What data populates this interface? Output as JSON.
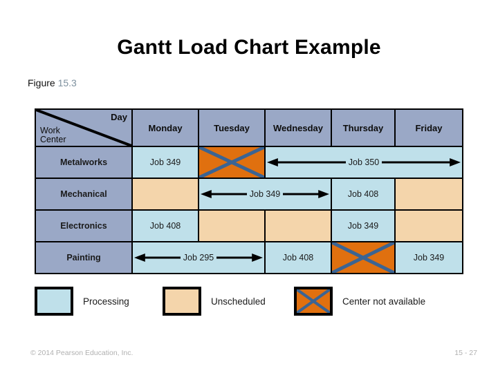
{
  "slide": {
    "title": "Gantt Load Chart Example",
    "figure_label": "Figure",
    "figure_number": "15.3"
  },
  "table": {
    "corner": {
      "row_header": "Work\nCenter",
      "row_header_line1": "Work",
      "row_header_line2": "Center",
      "col_header": "Day"
    },
    "day_columns": [
      "Monday",
      "Tuesday",
      "Wednesday",
      "Thursday",
      "Friday"
    ],
    "work_centers": [
      "Metalworks",
      "Mechanical",
      "Electronics",
      "Painting"
    ],
    "rows": [
      {
        "work_center": "Metalworks",
        "cells": [
          {
            "day": "Monday",
            "state": "processing",
            "label": "Job 349",
            "span": 1,
            "arrows": "none"
          },
          {
            "day": "Tuesday",
            "state": "unavailable",
            "label": "",
            "span": 1,
            "arrows": "none"
          },
          {
            "day": "Wednesday-Friday",
            "state": "processing",
            "label": "Job 350",
            "span": 3,
            "arrows": "both"
          }
        ]
      },
      {
        "work_center": "Mechanical",
        "cells": [
          {
            "day": "Monday",
            "state": "unscheduled",
            "label": "",
            "span": 1,
            "arrows": "none"
          },
          {
            "day": "Tuesday-Wednesday",
            "state": "processing",
            "label": "Job 349",
            "span": 2,
            "arrows": "both"
          },
          {
            "day": "Thursday",
            "state": "processing",
            "label": "Job 408",
            "span": 1,
            "arrows": "none"
          },
          {
            "day": "Friday",
            "state": "unscheduled",
            "label": "",
            "span": 1,
            "arrows": "none"
          }
        ]
      },
      {
        "work_center": "Electronics",
        "cells": [
          {
            "day": "Monday",
            "state": "processing",
            "label": "Job 408",
            "span": 1,
            "arrows": "none"
          },
          {
            "day": "Tuesday",
            "state": "unscheduled",
            "label": "",
            "span": 1,
            "arrows": "none"
          },
          {
            "day": "Wednesday",
            "state": "unscheduled",
            "label": "",
            "span": 1,
            "arrows": "none"
          },
          {
            "day": "Thursday",
            "state": "processing",
            "label": "Job 349",
            "span": 1,
            "arrows": "none"
          },
          {
            "day": "Friday",
            "state": "unscheduled",
            "label": "",
            "span": 1,
            "arrows": "none"
          }
        ]
      },
      {
        "work_center": "Painting",
        "cells": [
          {
            "day": "Monday-Tuesday",
            "state": "processing",
            "label": "Job 295",
            "span": 2,
            "arrows": "both"
          },
          {
            "day": "Wednesday",
            "state": "processing",
            "label": "Job 408",
            "span": 1,
            "arrows": "none"
          },
          {
            "day": "Thursday",
            "state": "unavailable",
            "label": "",
            "span": 1,
            "arrows": "none"
          },
          {
            "day": "Friday",
            "state": "processing",
            "label": "Job 349",
            "span": 1,
            "arrows": "none"
          }
        ]
      }
    ]
  },
  "legend": [
    {
      "key": "processing",
      "label": "Processing",
      "color": "#bfe0ea"
    },
    {
      "key": "unscheduled",
      "label": "Unscheduled",
      "color": "#f4d5ab"
    },
    {
      "key": "unavailable",
      "label": "Center not available",
      "color": "#e0700f"
    }
  ],
  "footer": {
    "copyright": "© 2014 Pearson Education, Inc.",
    "page_number": "15 - 27"
  },
  "colors": {
    "header_blue_gray": "#9aa8c6",
    "processing_blue": "#bfe0ea",
    "unscheduled_tan": "#f4d5ab",
    "unavailable_orange": "#e0700f",
    "cross_blue": "#3b6493",
    "border_black": "#000000",
    "figure_number_gray": "#7d909e",
    "footer_gray": "#b0b0b0"
  }
}
